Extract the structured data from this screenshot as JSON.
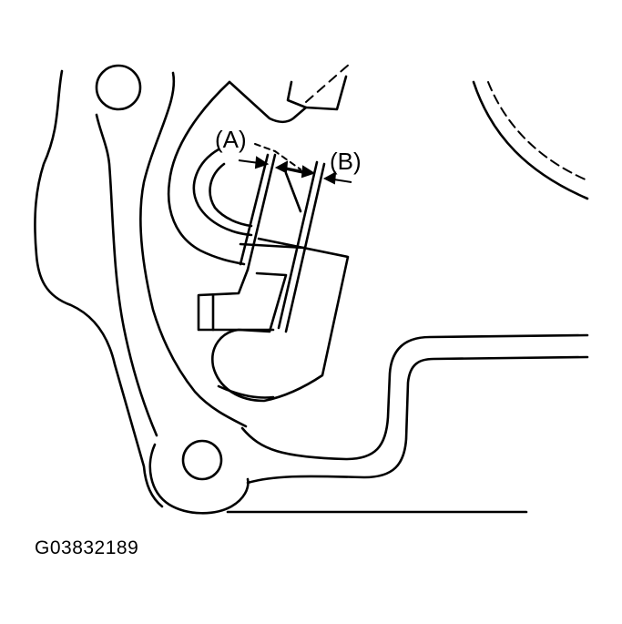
{
  "labels": {
    "a": "(A)",
    "b": "(B)"
  },
  "figure_code": "G03832189",
  "colors": {
    "line": "#000000",
    "background": "#ffffff"
  }
}
